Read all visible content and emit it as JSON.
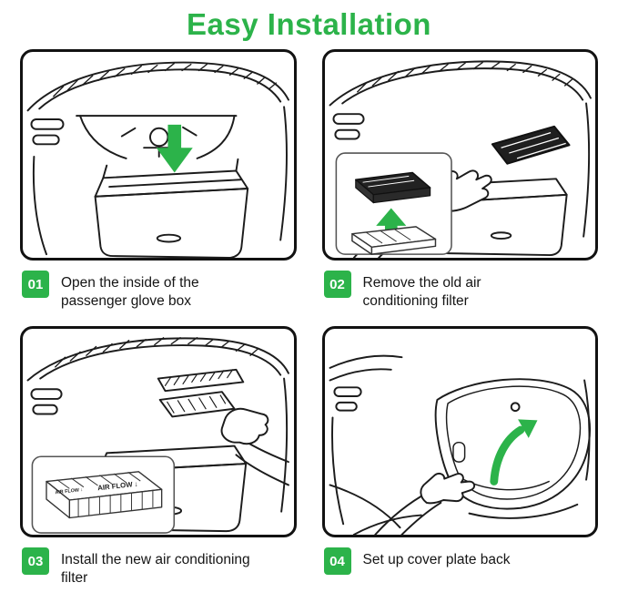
{
  "colors": {
    "accent": "#2CB34A",
    "ink": "#1c1c1c"
  },
  "title": "Easy Installation",
  "steps": [
    {
      "number": "01",
      "text": "Open the inside of the\npassenger glove box"
    },
    {
      "number": "02",
      "text": "Remove the old air\nconditioning filter"
    },
    {
      "number": "03",
      "text": "Install the new air conditioning\nfilter"
    },
    {
      "number": "04",
      "text": "Set up cover plate back"
    }
  ],
  "illustration_labels": {
    "air_flow": "AIR FLOW ↓"
  }
}
